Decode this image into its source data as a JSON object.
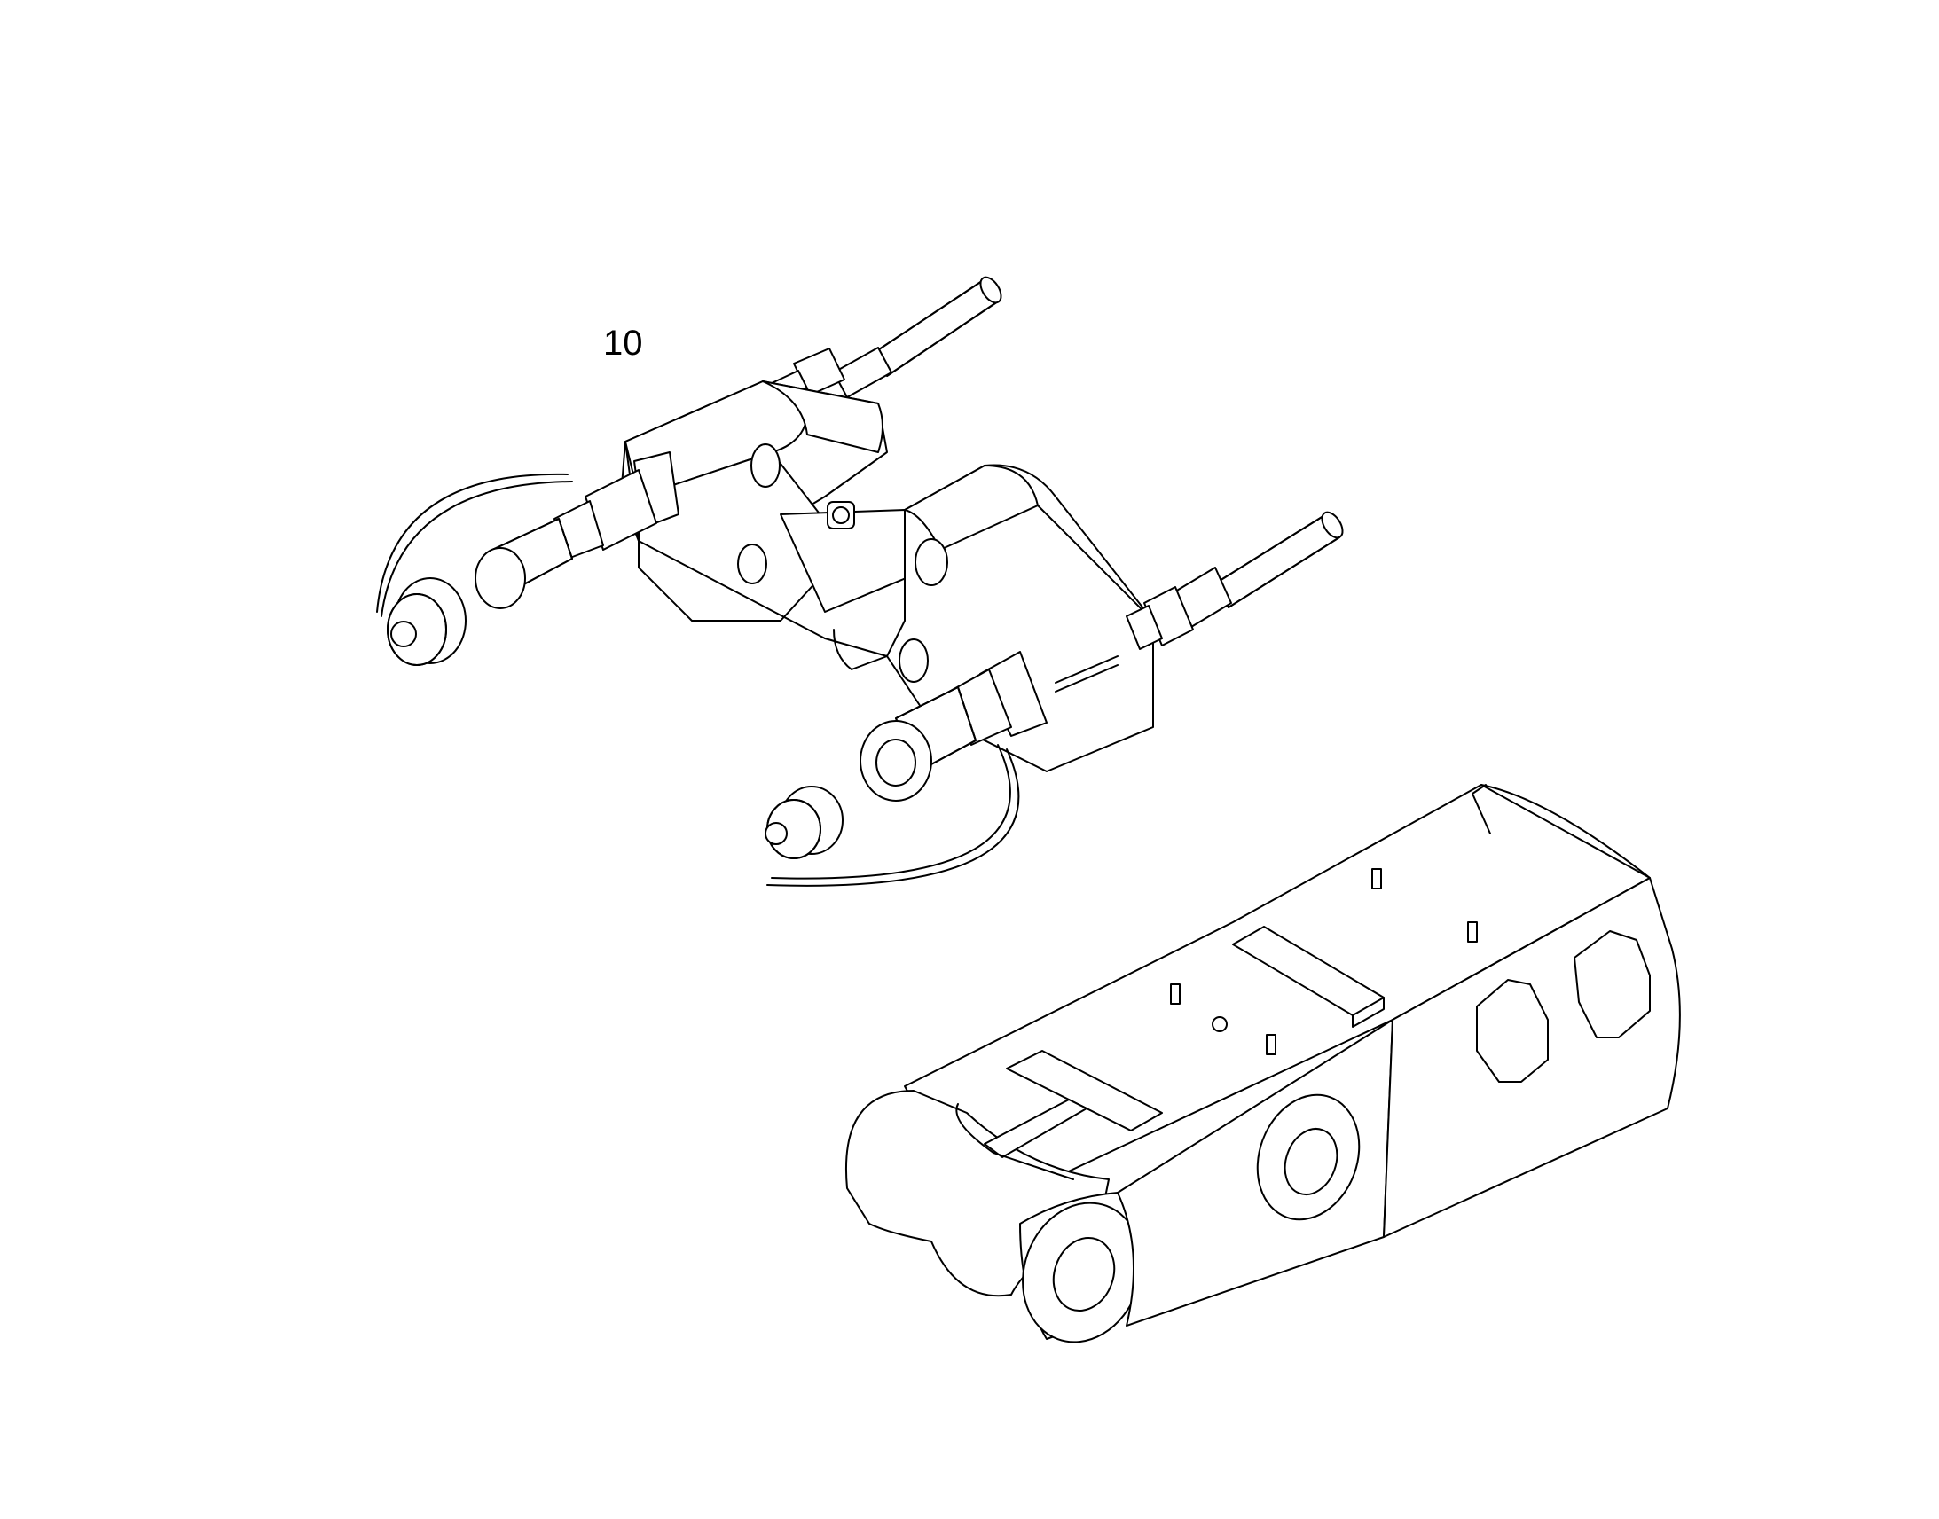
{
  "diagram": {
    "callouts": [
      {
        "label": "10"
      }
    ],
    "parts": [
      {
        "name": "hydraulic-valve-block"
      },
      {
        "name": "boom-arm"
      }
    ]
  }
}
